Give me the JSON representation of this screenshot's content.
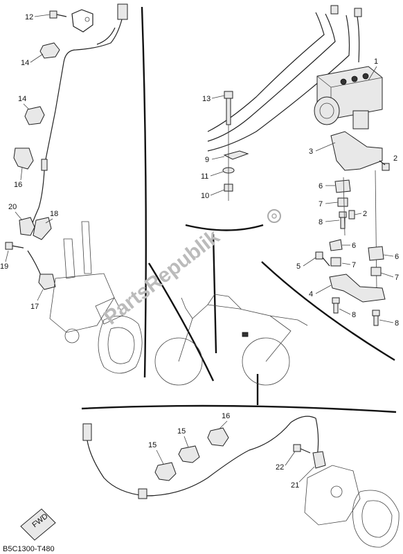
{
  "diagram_code": "B5C1300-T480",
  "watermark": "PartsRepublik",
  "fwd_label": "FWD",
  "part_labels": [
    "12",
    "14",
    "14",
    "16",
    "20",
    "18",
    "19",
    "17",
    "13",
    "9",
    "11",
    "10",
    "1",
    "3",
    "2",
    "6",
    "7",
    "2",
    "8",
    "6",
    "6",
    "5",
    "7",
    "7",
    "4",
    "8",
    "8",
    "16",
    "15",
    "15",
    "22",
    "21"
  ]
}
